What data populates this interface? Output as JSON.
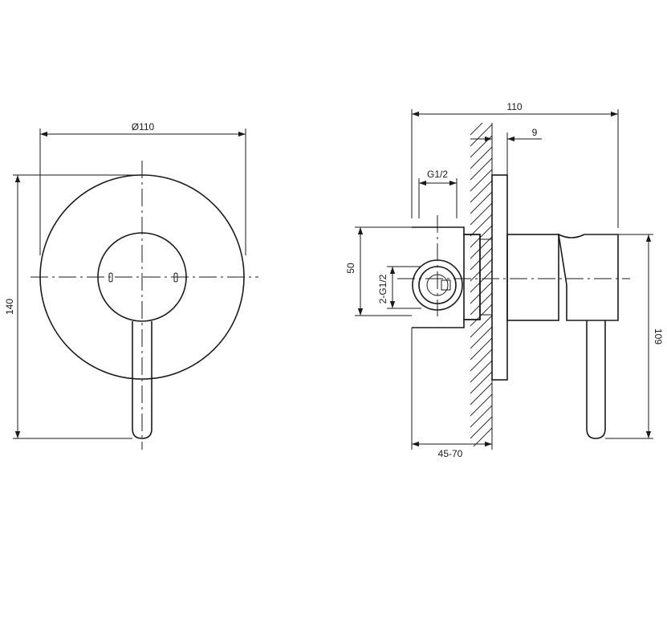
{
  "front_view": {
    "diameter_label": "Ø110",
    "height_label": "140"
  },
  "side_view": {
    "overall_width_label": "110",
    "cover_thickness_label": "9",
    "thread_label": "G1/2",
    "body_height_label": "50",
    "connection_label": "2-G1/2",
    "installed_height_label": "109",
    "wall_depth_label": "45-70"
  }
}
